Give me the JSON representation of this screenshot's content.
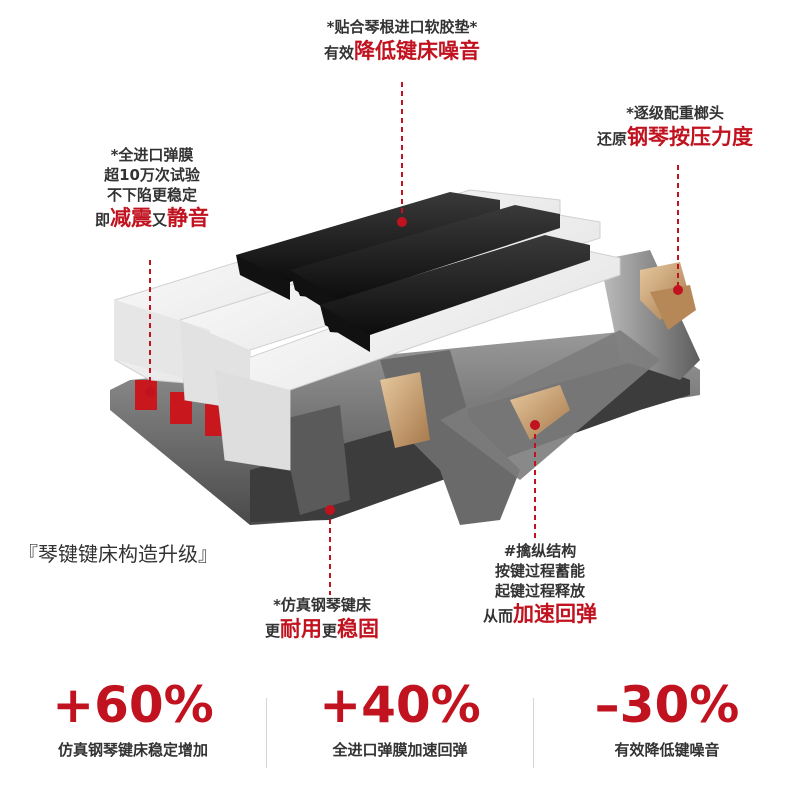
{
  "annotations": {
    "top_center": {
      "line1": "*贴合琴根进口软胶垫*",
      "line2_prefix": "有效",
      "line2_highlight": "降低键床噪音"
    },
    "top_right": {
      "line1": "*逐级配重榔头",
      "line2_prefix": "还原",
      "line2_highlight": "钢琴按压力度"
    },
    "top_left": {
      "line1": "*全进口弹膜",
      "line2": "超10万次试验",
      "line3": "不下陷更稳定",
      "line4_prefix": "即",
      "line4_highlight1": "减震",
      "line4_mid": "又",
      "line4_highlight2": "静音"
    },
    "bottom_center": {
      "line1": "*仿真钢琴键床",
      "seg1": "更",
      "seg2": "耐用",
      "seg3": "更",
      "seg4": "稳固"
    },
    "bottom_right": {
      "line1": "#擒纵结构",
      "line2": "按键过程蓄能",
      "line3": "起键过程释放",
      "line4_prefix": "从而",
      "line4_highlight": "加速回弹"
    }
  },
  "section_title": "『琴键键床构造升级』",
  "stats": [
    {
      "value": "+60%",
      "label": "仿真钢琴键床稳定增加"
    },
    {
      "value": "+40%",
      "label": "全进口弹膜加速回弹"
    },
    {
      "value": "–30%",
      "label": "有效降低键噪音"
    }
  ],
  "colors": {
    "accent": "#c1121f",
    "text": "#333333",
    "key_black": "#1a1a1a",
    "key_white": "#f4f4f4"
  }
}
